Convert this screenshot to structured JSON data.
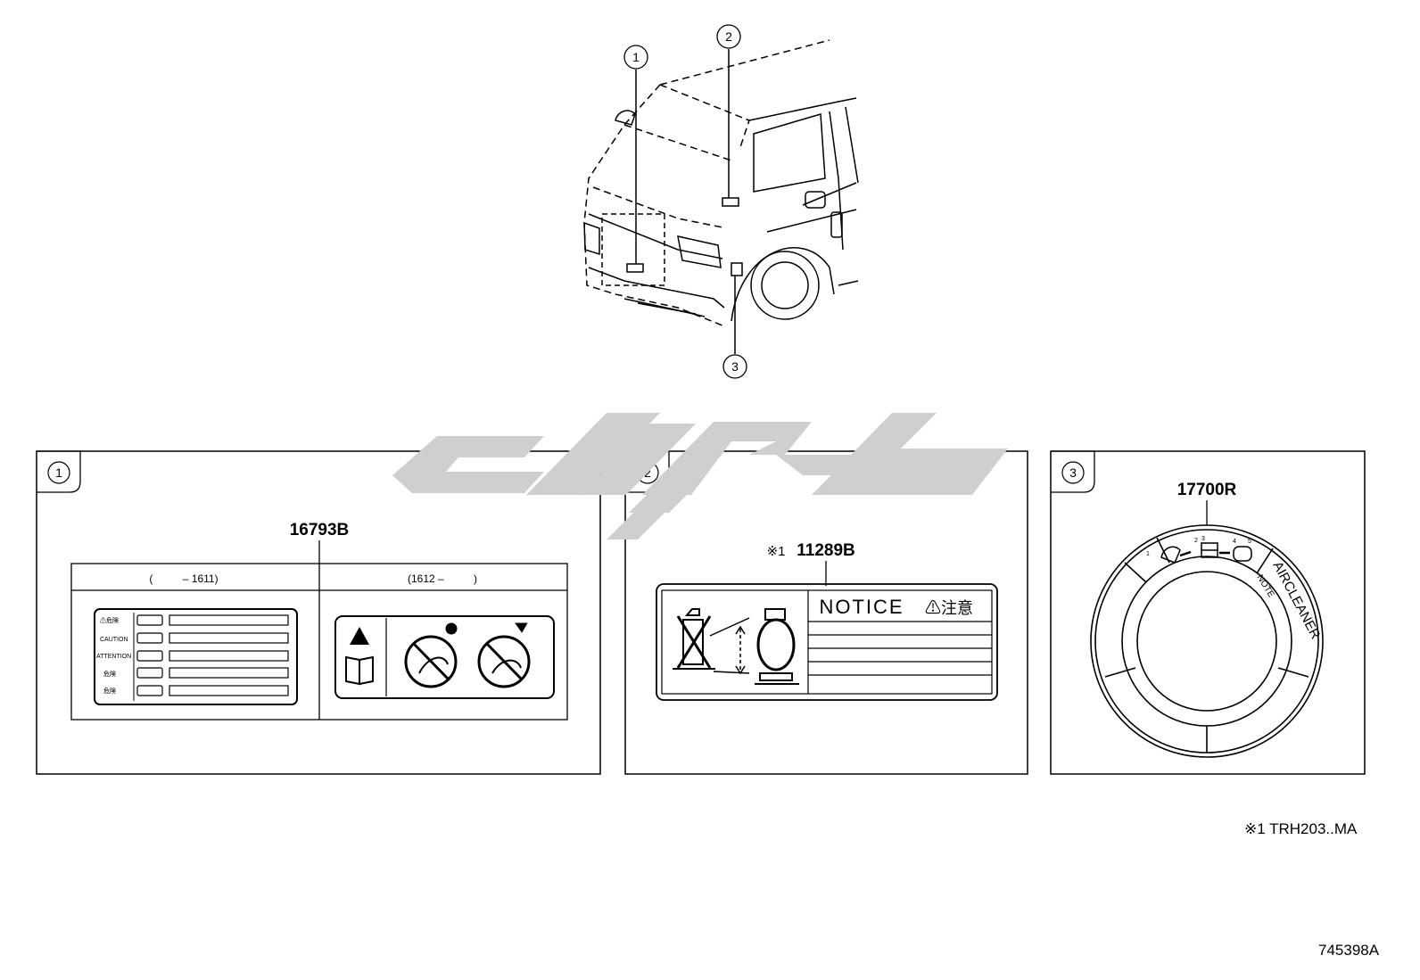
{
  "van_callouts": [
    "1",
    "2",
    "3"
  ],
  "panel1": {
    "badge": "1",
    "part_number": "16793B",
    "left_header": "(          – 1611)",
    "right_header": "(1612 –          )",
    "label_rows": [
      "⚠危険",
      "CAUTION",
      "ATTENTION",
      "危険",
      "危険"
    ]
  },
  "panel2": {
    "badge": "2",
    "marker": "※1",
    "part_number": "11289B",
    "notice": "NOTICE",
    "warning_jp": "⚠注意"
  },
  "panel3": {
    "badge": "3",
    "part_number": "17700R",
    "ring_text": "AIRCLEANER",
    "note_text": "NOTE",
    "step_numbers": [
      "1",
      "2",
      "3",
      "4",
      "5"
    ]
  },
  "footnote": "※1 TRH203..MA",
  "diagram_code": "745398A",
  "watermark_color": "#cfcfcf"
}
